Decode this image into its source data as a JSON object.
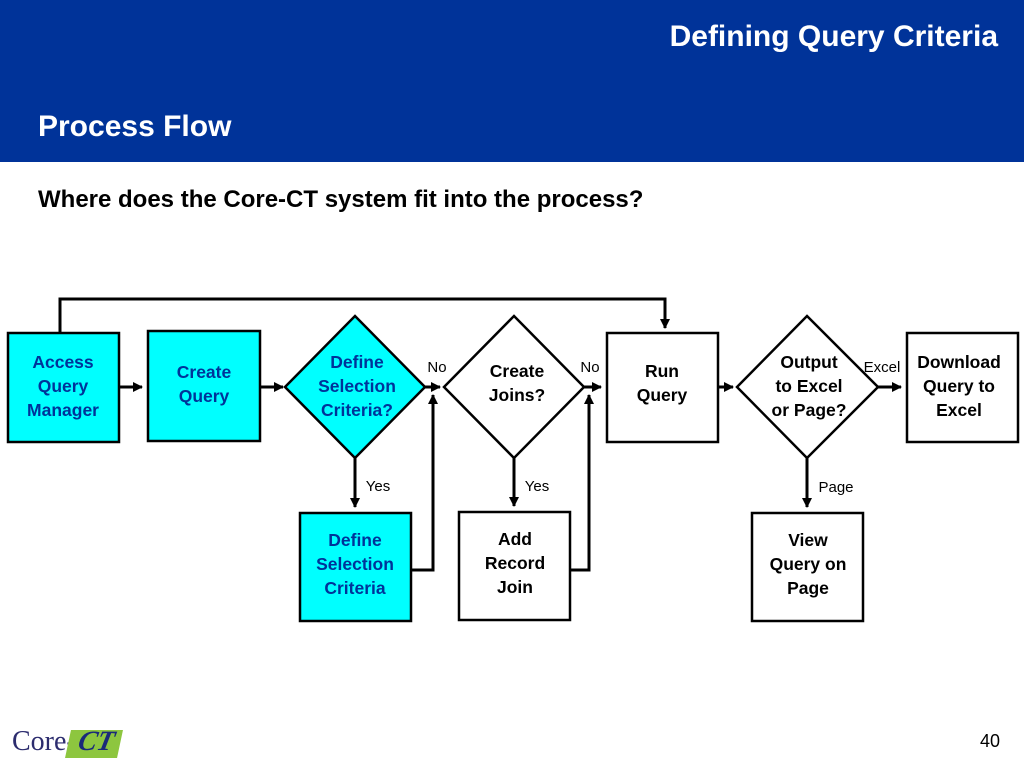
{
  "header": {
    "title": "Defining Query Criteria",
    "subtitle": "Process Flow"
  },
  "question": "Where does the Core-CT system fit into the process?",
  "colors": {
    "header_bg": "#003399",
    "highlight_fill": "#00ffff",
    "node_text_blue": "#003399"
  },
  "diagram": {
    "nodes": {
      "access": [
        "Access",
        "Query",
        "Manager"
      ],
      "create_query": [
        "Create",
        "Query"
      ],
      "define_q": [
        "Define",
        "Selection",
        "Criteria?"
      ],
      "create_joins": [
        "Create",
        "Joins?"
      ],
      "run": [
        "Run",
        "Query"
      ],
      "output": [
        "Output",
        "to Excel",
        "or Page?"
      ],
      "download": [
        "Download",
        "Query to",
        "Excel"
      ],
      "define_box": [
        "Define",
        "Selection",
        "Criteria"
      ],
      "add_join": [
        "Add",
        "Record",
        "Join"
      ],
      "view": [
        "View",
        "Query on",
        "Page"
      ]
    },
    "labels": {
      "no1": "No",
      "no2": "No",
      "excel": "Excel",
      "yes1": "Yes",
      "yes2": "Yes",
      "page": "Page"
    }
  },
  "footer": {
    "page_number": "40",
    "logo_core": "Core-",
    "logo_ct": "CT"
  }
}
